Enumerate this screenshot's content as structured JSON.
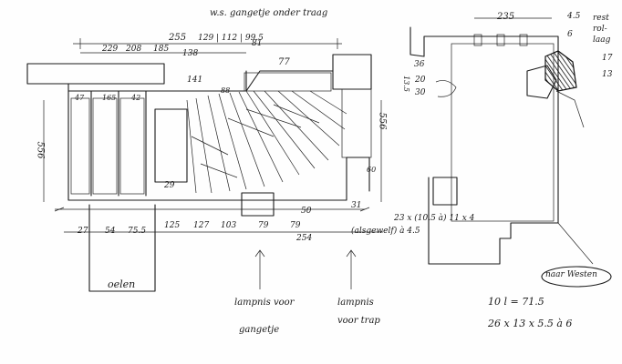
{
  "annotations": {
    "top_left_note": "w.s. gangetje onder traag",
    "dim_top_chain": [
      "229",
      "208",
      "185"
    ],
    "dim_255": "255",
    "dim_129_112_995": "129 | 112 | 99.5",
    "dim_138": "138",
    "dim_81": "81",
    "dim_141": "141",
    "dim_77": "77",
    "dim_47": "47",
    "dim_165": "165",
    "dim_42": "42",
    "dim_88": "88",
    "dim_29": "29",
    "dim_31": "31",
    "dim_60": "60",
    "dim_50": "50",
    "dim_556_left": "556",
    "dim_556_right": "556",
    "dim_bottom_chain": [
      "27",
      "54",
      "75.5",
      "125",
      "127",
      "103",
      "79",
      "79"
    ],
    "dim_254": "254",
    "oven_label": "oelen",
    "note_lamp_corridor_1": "lampnis voor",
    "note_lamp_corridor_2": "gangetje",
    "note_lamp_stair_1": "lampnis",
    "note_lamp_stair_2": "voor trap"
  },
  "right_plan": {
    "dim_235": "235",
    "dim_45": "4.5",
    "dim_6": "6",
    "dim_36": "36",
    "dim_20": "20",
    "dim_30": "30",
    "dim_135": "13.5",
    "dim_17": "17",
    "dim_13": "13",
    "rest_note_1": "rest",
    "rest_note_2": "rol-",
    "rest_note_3": "laag",
    "brick_spec": "23 x (10.5 à) 11 x 4",
    "vault_note": "(alsgewelf) à 4.5",
    "direction_note": "naar Westen",
    "ratio_note": "10 l = 71.5",
    "brick_size_note": "26 x 13 x 5.5 à 6"
  }
}
